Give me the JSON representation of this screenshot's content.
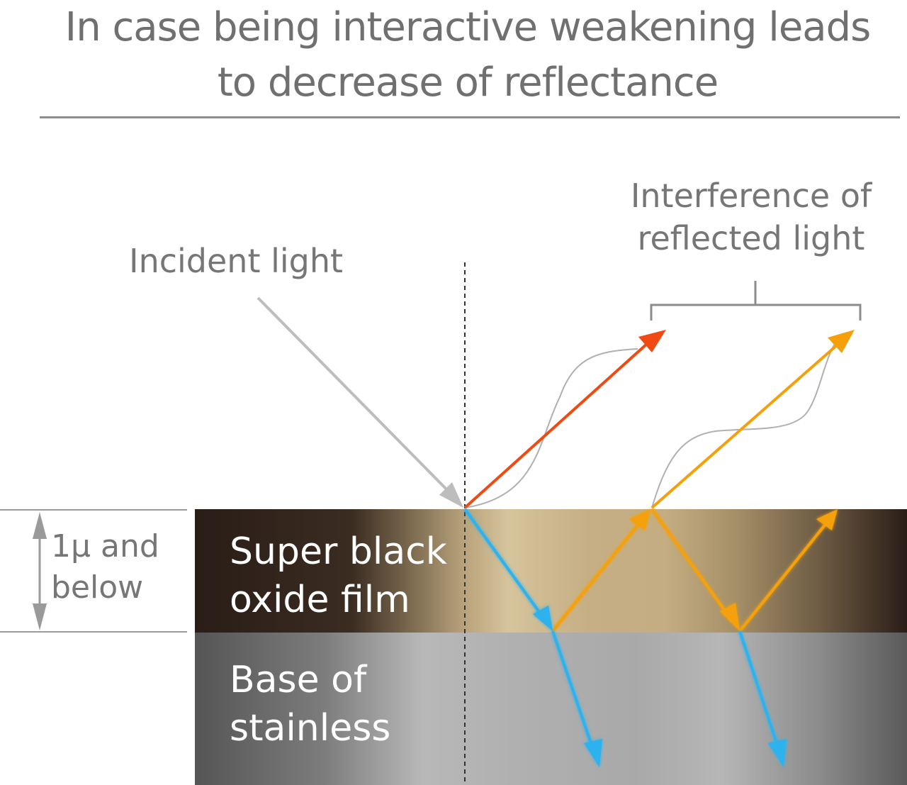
{
  "title": {
    "line1": "In case being interactive weakening leads",
    "line2": "to decrease of reflectance"
  },
  "labels": {
    "incident_light": "Incident light",
    "interference_line1": "Interference of",
    "interference_line2": "reflected light",
    "thickness_line1": "1μ and",
    "thickness_line2": "below"
  },
  "layers": {
    "film_line1": "Super black",
    "film_line2": "oxide film",
    "base_line1": "Base of",
    "base_line2": "stainless"
  },
  "colors": {
    "reflected_surface_ray": "#f04a12",
    "internal_reflection_ray": "#f5a00a",
    "transmitted_ray": "#2fb2ee",
    "incident_ray": "#bdbdbd",
    "film_dark": "#2a1d17",
    "film_light": "#c9b387",
    "base_dark": "#5a5a5a",
    "base_light": "#b9b9b9"
  }
}
